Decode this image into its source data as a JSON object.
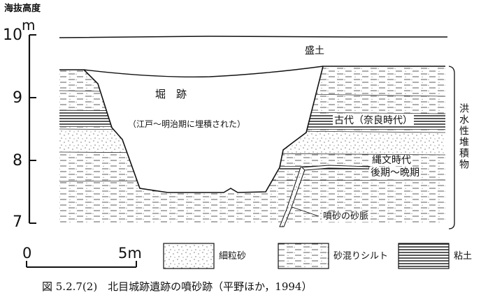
{
  "y_axis": {
    "title": "海抜高度",
    "unit": "m",
    "ticks": [
      "10",
      "9",
      "8",
      "7"
    ]
  },
  "labels": {
    "fill": "盛土",
    "moat": "堀　跡",
    "moat_note": "（江戸～明治期に埋積された）",
    "ancient": "古代（奈良時代）",
    "jomon_1": "縄文時代",
    "jomon_2": "後期～晩期",
    "sand_vein": "噴砂の砂脈",
    "alluvial": "洪水性堆積物"
  },
  "scale_bar": {
    "zero": "0",
    "length": "5m"
  },
  "legend": [
    {
      "pattern": "dots",
      "label": "細粒砂"
    },
    {
      "pattern": "silt",
      "label": "砂混りシルト"
    },
    {
      "pattern": "clay",
      "label": "粘土"
    }
  ],
  "caption": "図 5.2.7(2)　北目城跡遺跡の噴砂跡（平野ほか，1994）"
}
